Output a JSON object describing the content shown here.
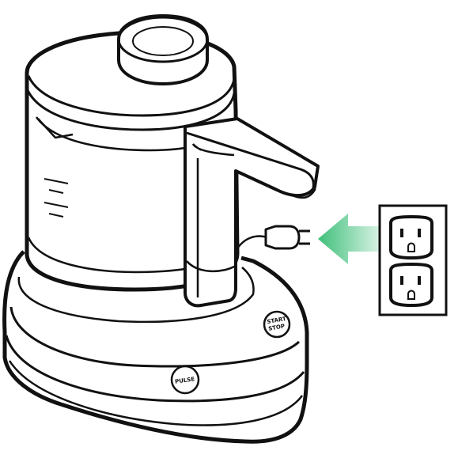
{
  "figure": {
    "buttons": {
      "start_stop_line1": "START",
      "start_stop_line2": "STOP",
      "pulse": "PULSE"
    },
    "icons": [
      "blender-base-icon",
      "blender-pitcher-icon",
      "plug-icon",
      "wall-outlet-icon",
      "arrow-left-icon"
    ],
    "colors": {
      "outline": "#111111",
      "arrow_start": "#3fbf7a",
      "arrow_end": "#ffffff"
    }
  }
}
